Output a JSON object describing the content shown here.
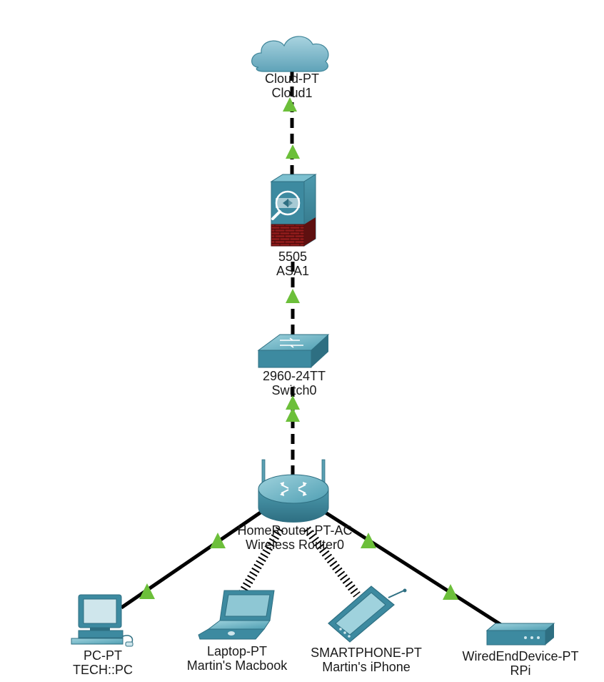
{
  "diagram": {
    "type": "network-topology",
    "link_colors": {
      "cable": "#000000",
      "status_up": "#6cbf3a"
    },
    "devices": [
      {
        "id": "cloud",
        "model": "Cloud-PT",
        "name": "Cloud1",
        "icon": "cloud-icon"
      },
      {
        "id": "asa",
        "model": "5505",
        "name": "ASA1",
        "icon": "firewall-icon"
      },
      {
        "id": "switch",
        "model": "2960-24TT",
        "name": "Switch0",
        "icon": "switch-icon"
      },
      {
        "id": "router",
        "model": "HomeRouter-PT-AC",
        "name": "Wireless Router0",
        "icon": "wireless-router-icon"
      },
      {
        "id": "pc",
        "model": "PC-PT",
        "name": "TECH::PC",
        "icon": "pc-icon"
      },
      {
        "id": "laptop",
        "model": "Laptop-PT",
        "name": "Martin's Macbook",
        "icon": "laptop-icon"
      },
      {
        "id": "phone",
        "model": "SMARTPHONE-PT",
        "name": "Martin's iPhone",
        "icon": "smartphone-icon"
      },
      {
        "id": "rpi",
        "model": "WiredEndDevice-PT",
        "name": "RPi",
        "icon": "wired-end-device-icon"
      }
    ],
    "links": [
      {
        "from": "asa",
        "to": "cloud",
        "style": "dashed",
        "status": "up"
      },
      {
        "from": "switch",
        "to": "asa",
        "style": "dashed",
        "status": "up"
      },
      {
        "from": "router",
        "to": "switch",
        "style": "dashed",
        "status": "up"
      },
      {
        "from": "router",
        "to": "pc",
        "style": "solid",
        "status": "up"
      },
      {
        "from": "router",
        "to": "rpi",
        "style": "solid",
        "status": "up"
      },
      {
        "from": "router",
        "to": "laptop",
        "style": "wireless"
      },
      {
        "from": "router",
        "to": "phone",
        "style": "wireless"
      }
    ]
  }
}
